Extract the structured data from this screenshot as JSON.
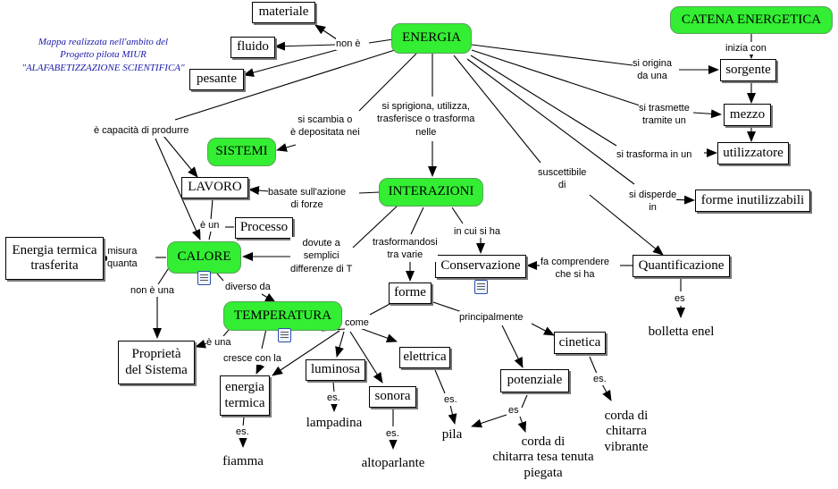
{
  "note": {
    "text": "Mappa realizzata nell'ambito del\nProgetto pilota MIUR\n\"ALAFABETIZZAZIONE SCIENTIFICA\""
  },
  "nodes": {
    "materiale": "materiale",
    "fluido": "fluido",
    "pesante": "pesante",
    "energia": "ENERGIA",
    "catena": "CATENA ENERGETICA",
    "sorgente": "sorgente",
    "mezzo": "mezzo",
    "utilizzatore": "utilizzatore",
    "forme_inutilizzabili": "forme inutilizzabili",
    "sistemi": "SISTEMI",
    "lavoro": "LAVORO",
    "interazioni": "INTERAZIONI",
    "processo": "Processo",
    "energia_termica_trasferita": "Energia termica\ntrasferita",
    "calore": "CALORE",
    "conservazione": "Conservazione",
    "quantificazione": "Quantificazione",
    "forme": "forme",
    "temperatura": "TEMPERATURA",
    "bolletta": "bolletta enel",
    "proprieta": "Proprietà\ndel Sistema",
    "cinetica": "cinetica",
    "luminosa": "luminosa",
    "elettrica": "elettrica",
    "energia_termica": "energia\ntermica",
    "potenziale": "potenziale",
    "sonora": "sonora",
    "corda_vibrante": "corda di\nchitarra\nvibrante",
    "lampadina": "lampadina",
    "pila": "pila",
    "corda_tesa": "corda di\nchitarra tesa tenuta\npiegata",
    "fiamma": "fiamma",
    "altoparlante": "altoparlante"
  },
  "labels": {
    "non_e": "non è",
    "inizia_con": "inizia con",
    "si_origina": "si origina\nda una",
    "si_trasmette": "si trasmette\ntramite un",
    "si_trasforma": "si trasforma in un",
    "si_disperde": "si disperde\nin",
    "capacita": "è capacità di produrre",
    "si_scambia": "si scambia o\nè depositata nei",
    "si_sprigiona": "si sprigiona, utilizza,\ntrasferisce o trasforma\nnelle",
    "suscettibile": "suscettibile\ndi",
    "basate": "basate sull'azione\ndi forze",
    "e_un": "è un",
    "dovute": "dovute a\nsemplici\ndifferenze di T",
    "trasformandosi": "trasformandosi\ntra varie",
    "in_cui": "in cui si ha",
    "fa_comprendere": "fa comprendere\nche si ha",
    "misura": "misura\nquanta",
    "non_e_una": "non è una",
    "diverso": "diverso da",
    "es_bolletta": "es",
    "principalmente": "principalmente",
    "come": "come",
    "e_una": "è una",
    "cresce": "cresce con la",
    "es_cinetica": "es.",
    "es_luminosa": "es.",
    "es_elettrica": "es.",
    "es_potenziale": "es",
    "es_termica": "es.",
    "es_sonora": "es."
  },
  "colors": {
    "concept_green": "#33ee33",
    "line": "#000000",
    "note_blue": "#1a1aaa"
  }
}
